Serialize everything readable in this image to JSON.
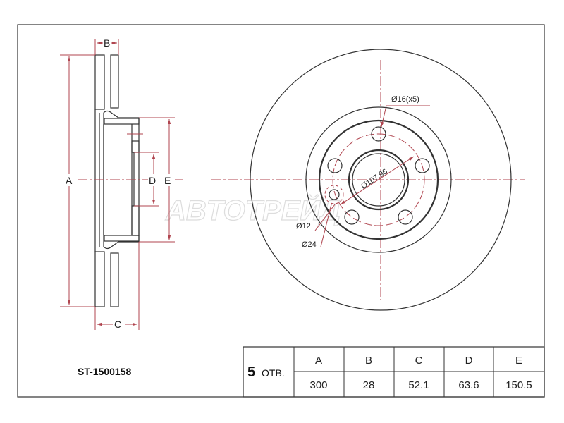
{
  "part_number": "ST-1500158",
  "watermark": "ABTOTPEЙД",
  "side_view": {
    "labels": {
      "A": "A",
      "B": "B",
      "C": "C",
      "D": "D",
      "E": "E"
    }
  },
  "front_view": {
    "labels": {
      "bolt_hole": "Ø16(x5)",
      "pcd": "Ø107.96",
      "small_hole": "Ø12",
      "small_hole_outer": "Ø24"
    }
  },
  "table": {
    "holes_count": "5",
    "holes_label": "ОТВ.",
    "headers": [
      "A",
      "B",
      "C",
      "D",
      "E"
    ],
    "values": [
      "300",
      "28",
      "52.1",
      "63.6",
      "150.5"
    ]
  },
  "colors": {
    "dimension": "#b0454f",
    "outline": "#333333"
  }
}
